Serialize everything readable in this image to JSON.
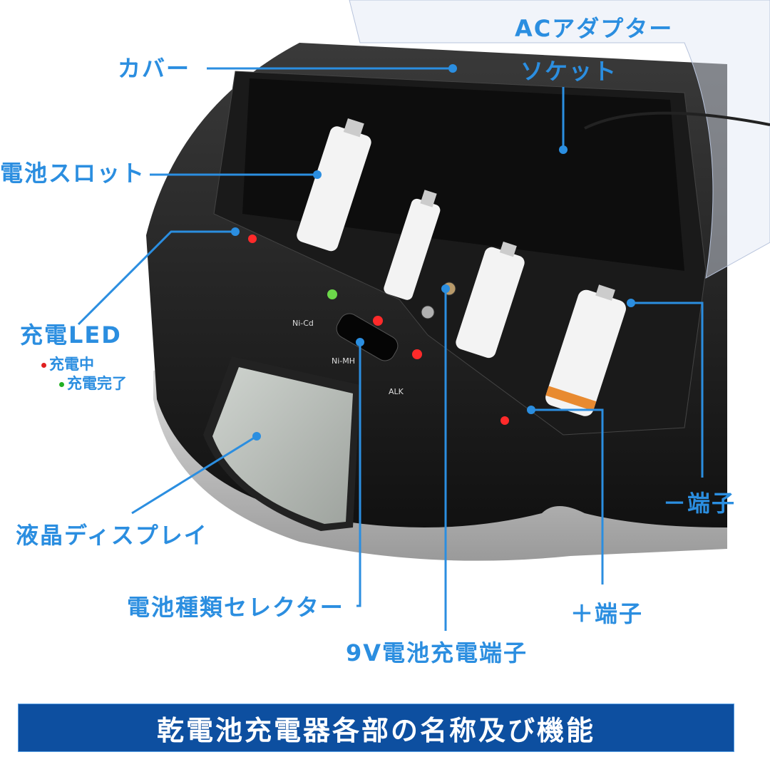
{
  "labels": {
    "cover": "カバー",
    "ac_socket_line1": "ACアダプター",
    "ac_socket_line2": "ソケット",
    "battery_slot": "電池スロット",
    "charge_led": "充電LED",
    "charging": "充電中",
    "charged": "充電完了",
    "lcd": "液晶ディスプレイ",
    "selector": "電池種類セレクター",
    "terminal_9v": "9V電池充電端子",
    "minus_terminal": "－端子",
    "plus_terminal": "＋端子"
  },
  "selector_positions": [
    "Ni-Cd",
    "Ni-MH",
    "ALK"
  ],
  "banner_title": "乾電池充電器各部の名称及び機能",
  "colors": {
    "label": "#2b8ee0",
    "banner": "#0d4fa0",
    "led_charging": "#e02020",
    "led_charged": "#22b022"
  }
}
